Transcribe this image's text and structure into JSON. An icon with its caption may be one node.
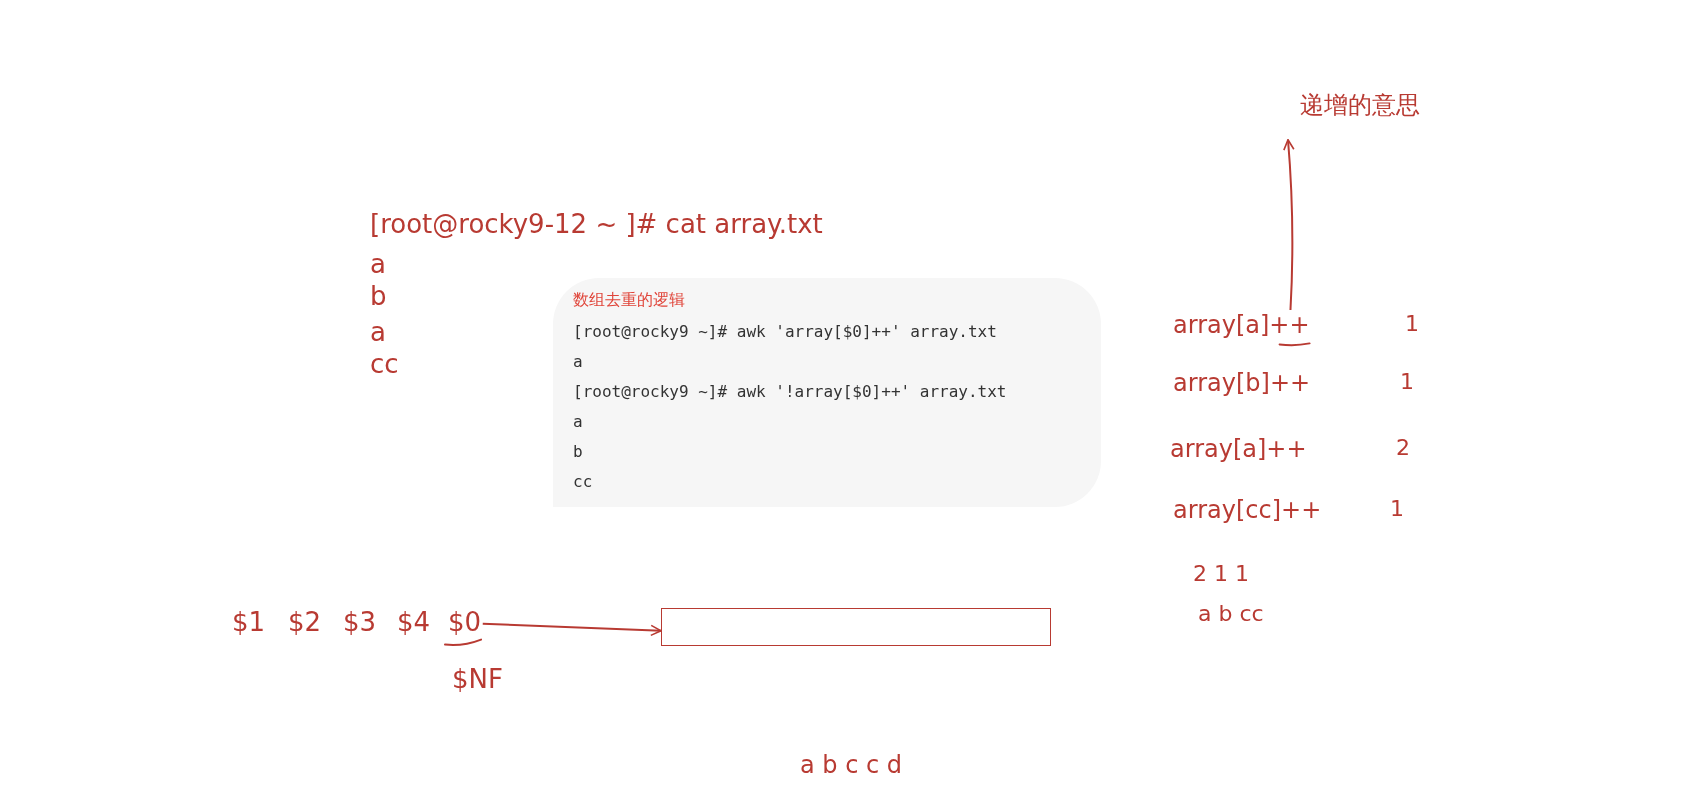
{
  "diagram": {
    "nodes": [
      {
        "text": [
          "递增的意思"
        ]
      },
      {
        "text": [
          "数组去重的逻辑",
          "[root@rocky9 ~]# awk 'array[$0]++' array.txt",
          "a",
          "[root@rocky9 ~]# awk '!array[$0]++' array.txt",
          "a",
          "b",
          "cc"
        ]
      },
      {
        "text": [
          "array[a]++"
        ]
      },
      {
        "text": [
          "$0"
        ]
      },
      {
        "text": [],
        "shape": "box"
      }
    ],
    "edges": [
      {
        "from": 2,
        "to": 0,
        "arrow": "to"
      },
      {
        "from": 3,
        "to": 4,
        "arrow": "to"
      }
    ],
    "labels": [
      "[root@rocky9-12 ~ ]# cat array.txt",
      "a",
      "b",
      "a",
      "cc",
      "1",
      "array[b]++",
      "1",
      "array[a]++",
      "2",
      "array[cc]++",
      "1",
      "2 1 1",
      "a b cc",
      "$1",
      "$2",
      "$3",
      "$4",
      "$NF",
      "a b c c d"
    ]
  }
}
